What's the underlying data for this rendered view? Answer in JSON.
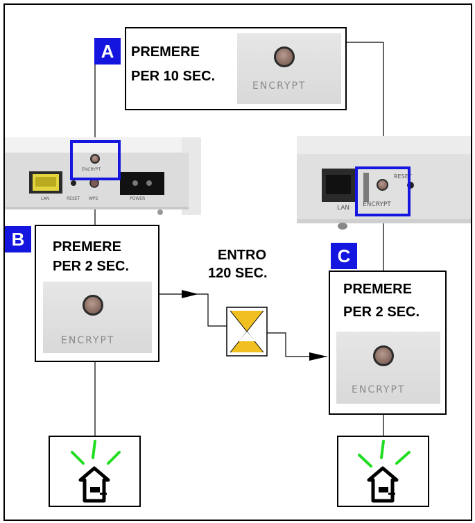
{
  "step_a": {
    "badge": "A",
    "text_line1": "PREMERE",
    "text_line2": "PER 10 SEC.",
    "button_label": "ENCRYPT"
  },
  "step_b": {
    "badge": "B",
    "text_line1": "PREMERE",
    "text_line2": "PER 2 SEC.",
    "button_label": "ENCRYPT"
  },
  "step_c": {
    "badge": "C",
    "text_line1": "PREMERE",
    "text_line2": "PER 2 SEC.",
    "button_label": "ENCRYPT"
  },
  "timer": {
    "line1": "ENTRO",
    "line2": "120 SEC."
  },
  "device_left": {
    "encrypt": "ENCRYPT",
    "lan": "LAN",
    "reset": "RESET",
    "wps": "WPS",
    "power": "POWER"
  },
  "device_right": {
    "lan": "LAN",
    "encrypt": "ENCRYPT",
    "reset": "RESET"
  },
  "colors": {
    "badge": "#1515e0",
    "highlight": "#1515e0",
    "signal": "#22dd22",
    "hourglass_sand": "#f0c020"
  },
  "icons": {
    "status": "house-signal-icon",
    "timer": "hourglass-icon"
  }
}
